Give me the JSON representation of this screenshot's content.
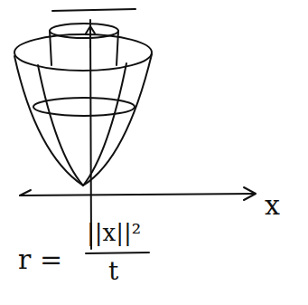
{
  "diagram": {
    "labels": [
      "x",
      "r =",
      "||x||²",
      "t"
    ]
  }
}
